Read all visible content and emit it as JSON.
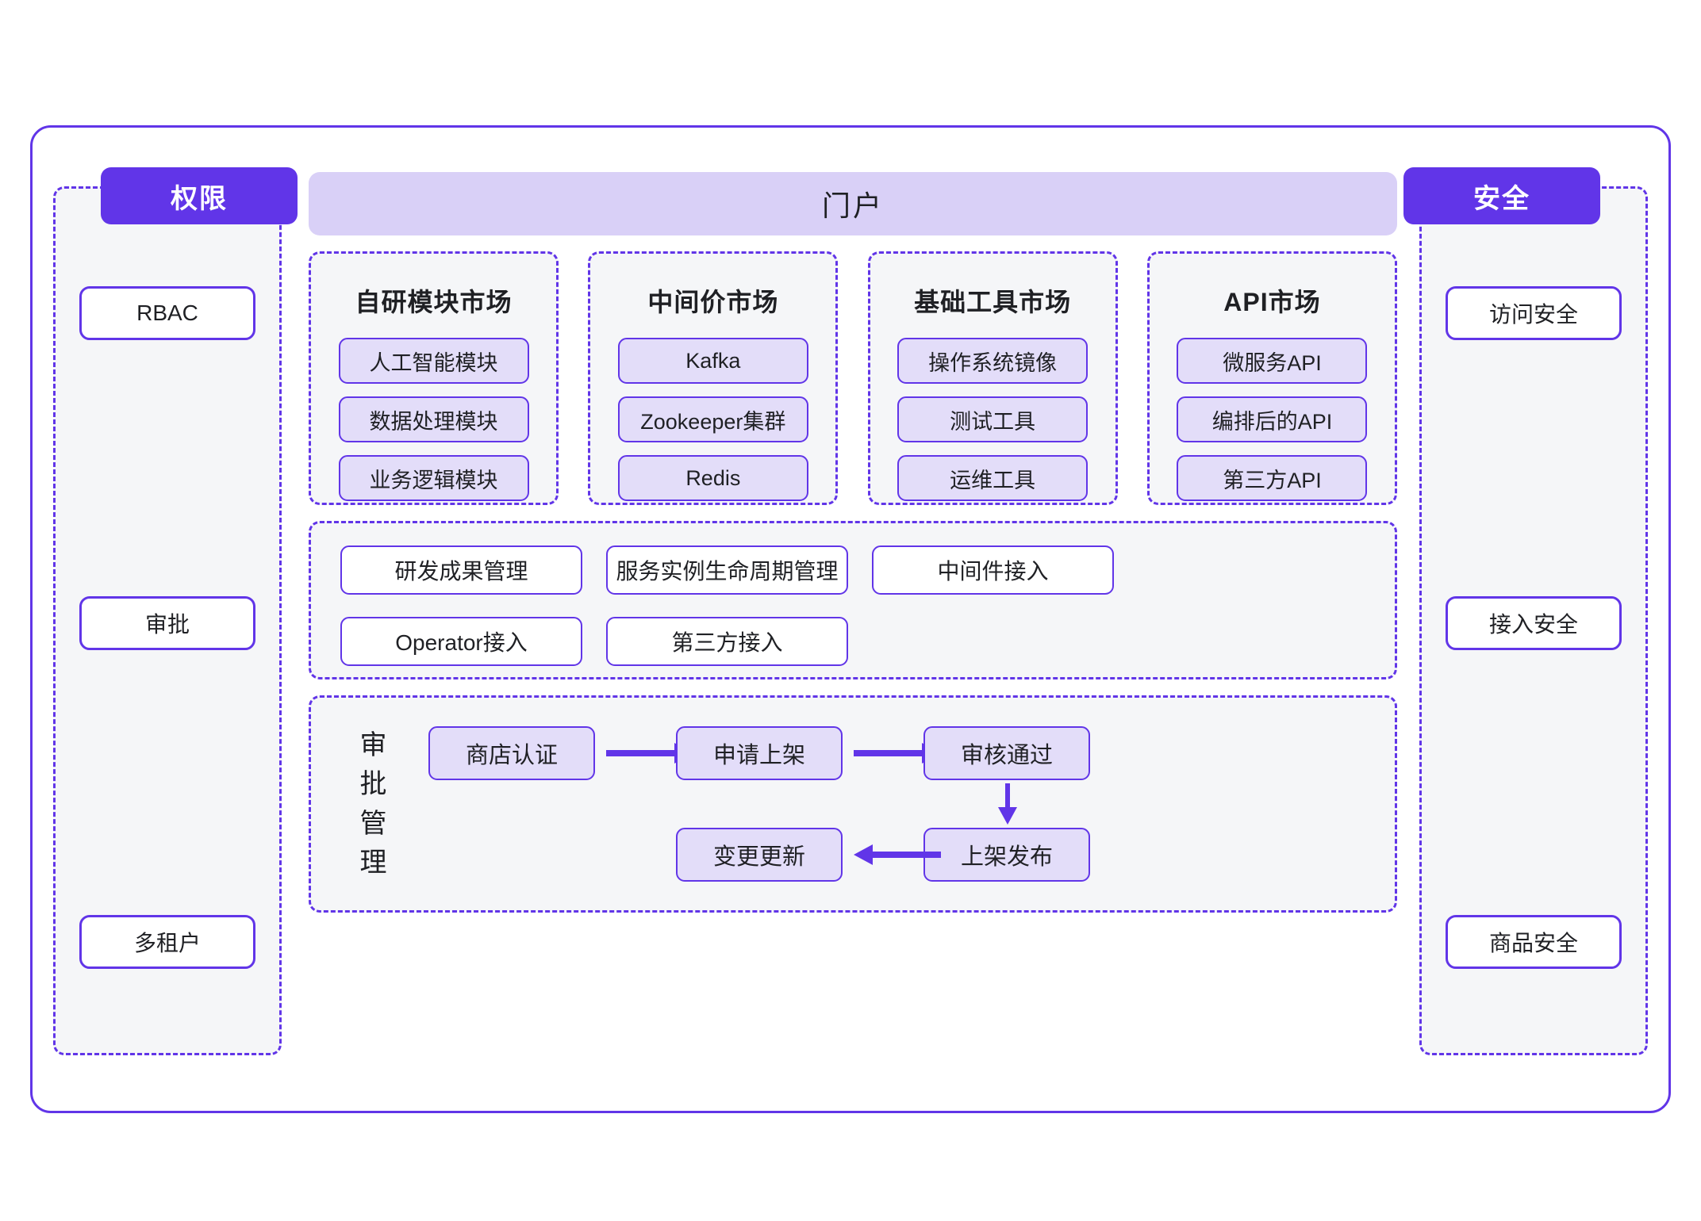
{
  "accent": {
    "primary": "#6135e8",
    "banner_bg": "#d9d0f7",
    "chip_bg": "#e3ddf9",
    "panel_bg": "#f5f6f8",
    "white": "#ffffff"
  },
  "left_column": {
    "tab_label": "权限",
    "items": [
      {
        "label": "RBAC"
      },
      {
        "label": "审批"
      },
      {
        "label": "多租户"
      }
    ]
  },
  "right_column": {
    "tab_label": "安全",
    "items": [
      {
        "label": "访问安全"
      },
      {
        "label": "接入安全"
      },
      {
        "label": "商品安全"
      }
    ]
  },
  "portal": {
    "title": "门户"
  },
  "markets": [
    {
      "title": "自研模块市场",
      "items": [
        "人工智能模块",
        "数据处理模块",
        "业务逻辑模块"
      ]
    },
    {
      "title": "中间价市场",
      "items": [
        "Kafka",
        "Zookeeper集群",
        "Redis"
      ]
    },
    {
      "title": "基础工具市场",
      "items": [
        "操作系统镜像",
        "测试工具",
        "运维工具"
      ]
    },
    {
      "title": "API市场",
      "items": [
        "微服务API",
        "编排后的API",
        "第三方API"
      ]
    }
  ],
  "capabilities": [
    "研发成果管理",
    "服务实例生命周期管理",
    "中间件接入",
    "Operator接入",
    "第三方接入"
  ],
  "approval": {
    "label": "审批管理",
    "nodes": {
      "shop_cert": "商店认证",
      "apply_listing": "申请上架",
      "review_pass": "审核通过",
      "publish": "上架发布",
      "change_update": "变更更新"
    },
    "arrows": [
      {
        "name": "shop-to-apply",
        "direction": "right"
      },
      {
        "name": "apply-to-pass",
        "direction": "right"
      },
      {
        "name": "pass-to-publish",
        "direction": "down"
      },
      {
        "name": "publish-to-update",
        "direction": "left"
      }
    ]
  }
}
